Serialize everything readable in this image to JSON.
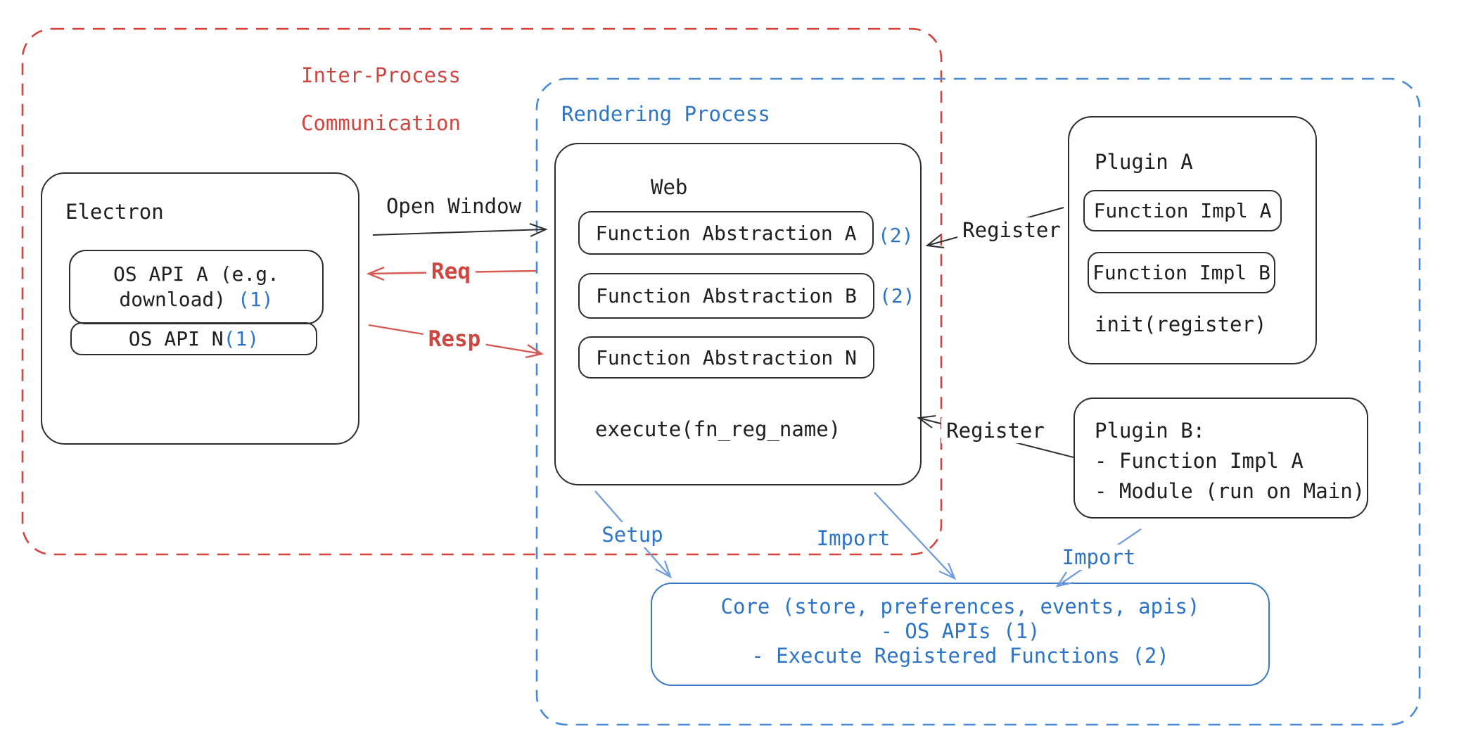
{
  "colors": {
    "black": "#1e1e1e",
    "red_text": "#cf4540",
    "red_dash_border": "#d2453e",
    "red_arrow": "#d65a52",
    "blue_text": "#2e74c6",
    "blue_dash_border": "#4a89d8",
    "blue_arrow": "#6f9be0",
    "core_border": "#3a79c8"
  },
  "ipc_region": {
    "label_line1": "Inter-Process",
    "label_line2": "Communication"
  },
  "rendering_region": {
    "label": "Rendering Process"
  },
  "electron": {
    "title": "Electron",
    "os_api_a_line1": "OS API A (e.g.",
    "os_api_a_line2": "download)",
    "os_api_a_badge": "(1)",
    "os_api_n_label": "OS API N",
    "os_api_n_badge": "(1)"
  },
  "arrows": {
    "open_window": "Open Window",
    "req": "Req",
    "resp": "Resp",
    "register_a": "Register",
    "register_b": "Register",
    "setup": "Setup",
    "import_web": "Import",
    "import_plugin_b": "Import"
  },
  "web": {
    "title": "Web",
    "abstractions": [
      {
        "label": "Function Abstraction A",
        "badge": "(2)"
      },
      {
        "label": "Function Abstraction B",
        "badge": "(2)"
      },
      {
        "label": "Function Abstraction N",
        "badge": ""
      }
    ],
    "execute": "execute(fn_reg_name)"
  },
  "plugin_a": {
    "title": "Plugin A",
    "impl_1": "Function Impl A",
    "impl_2": "Function Impl B",
    "init": "init(register)"
  },
  "plugin_b": {
    "title": "Plugin B:",
    "item_1": "- Function Impl A",
    "item_2": "- Module (run on Main)"
  },
  "core": {
    "line_1": "Core (store, preferences, events, apis)",
    "line_2": "- OS APIs (1)",
    "line_3": "- Execute Registered Functions (2)"
  }
}
